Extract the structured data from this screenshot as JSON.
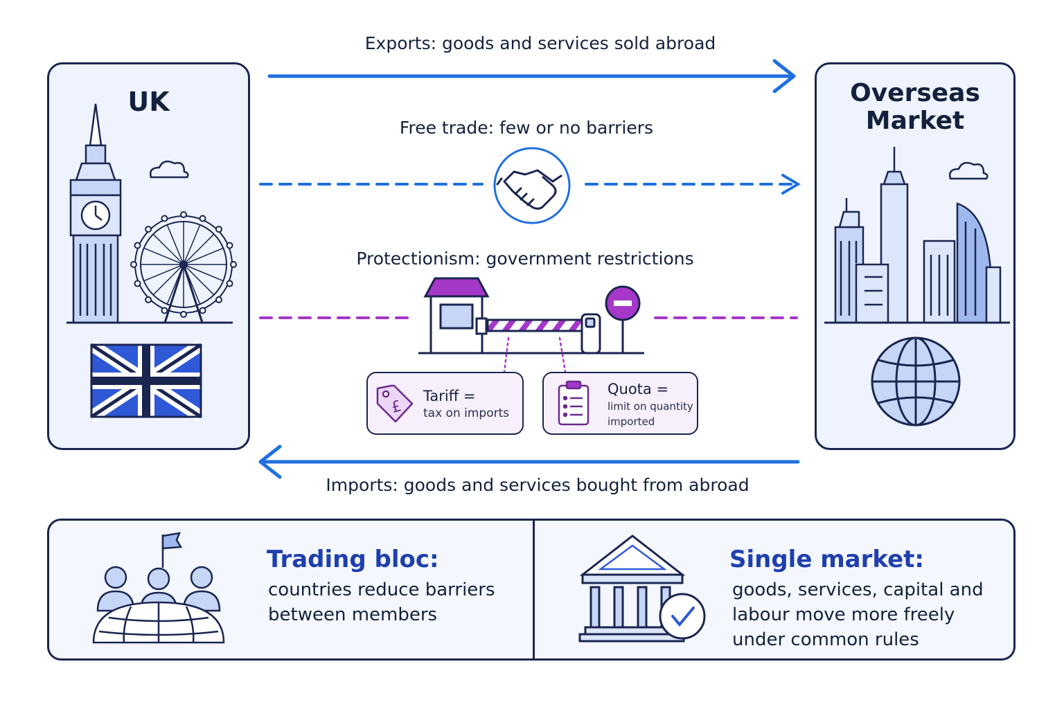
{
  "uk": {
    "title": "UK"
  },
  "overseas": {
    "title": "Overseas Market"
  },
  "flows": {
    "exports": "Exports: goods and services sold abroad",
    "free_trade": "Free trade: few or no barriers",
    "protectionism": "Protectionism: government restrictions",
    "imports": "Imports: goods and services bought from abroad"
  },
  "tariff": {
    "title": "Tariff =",
    "text": "tax on imports"
  },
  "quota": {
    "title": "Quota =",
    "text": "limit on quantity imported"
  },
  "trading_bloc": {
    "title": "Trading bloc:",
    "text": "countries reduce barriers between members"
  },
  "single_market": {
    "title": "Single market:",
    "text": "goods, services, capital and labour move more freely under common rules"
  },
  "colors": {
    "blue": "#1f6fe0",
    "purple": "#a537c9",
    "navy": "#1a2550",
    "panel": "#eef3fd"
  },
  "icons": [
    "big-ben-icon",
    "ferris-wheel-icon",
    "cloud-icon",
    "union-jack-flag-icon",
    "skyscrapers-icon",
    "globe-icon",
    "handshake-icon",
    "border-booth-icon",
    "barrier-gate-icon",
    "no-entry-sign-icon",
    "pound-tag-icon",
    "clipboard-list-icon",
    "people-globe-icon",
    "bank-building-icon",
    "checkmark-icon"
  ]
}
